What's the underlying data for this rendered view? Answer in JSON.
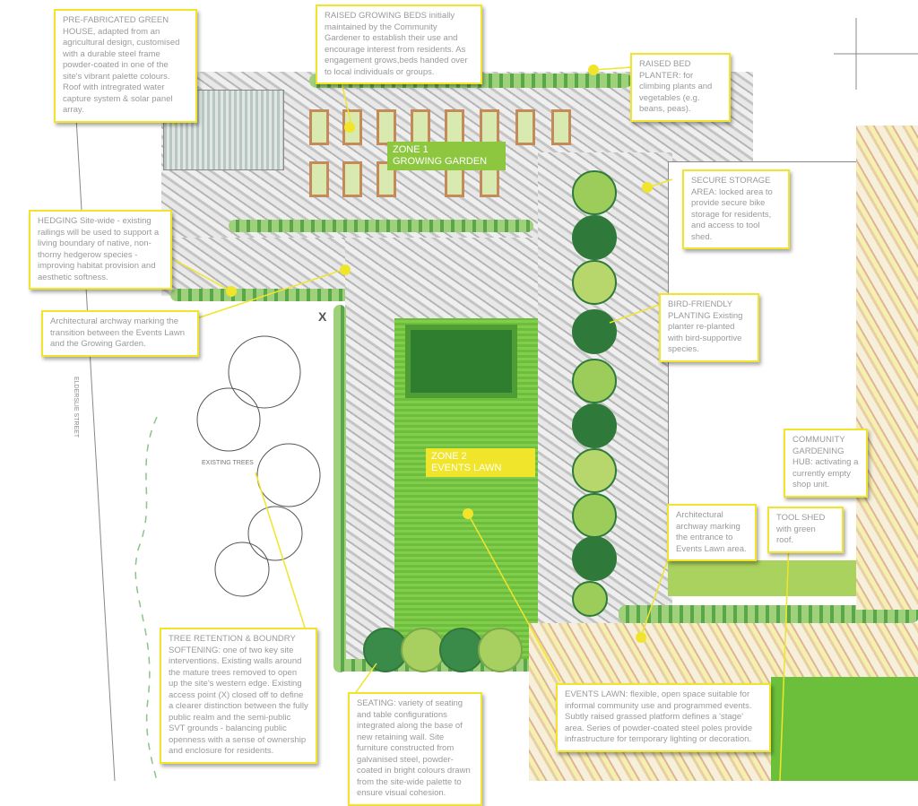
{
  "zones": [
    {
      "label": "ZONE 1",
      "name": "GROWING GARDEN"
    },
    {
      "label": "ZONE 2",
      "name": "EVENTS LAWN"
    }
  ],
  "map_labels": {
    "street": "ELDERSLIE STREET",
    "trees": "EXISTING TREES",
    "access_point": "X"
  },
  "callouts": {
    "greenhouse": "PRE-FABRICATED GREEN HOUSE, adapted from an agricultural design, customised with a durable steel frame powder-coated in one of the site's vibrant palette colours. Roof with intregrated water capture system & solar panel array.",
    "raised_beds": "RAISED GROWING BEDS initially maintained by the Community Gardener to establish their use and encourage interest from residents. As engagement grows,beds handed over to local individuals or groups.",
    "raised_bed_planter": "RAISED BED PLANTER: for climbing plants and vegetables (e.g. beans, peas).",
    "hedging": "HEDGING Site-wide - existing railings will be used to support a living boundary of native, non-thorny hedgerow species - improving habitat provision and aesthetic softness.",
    "archway_west": "Architectural archway marking the transition between the Events Lawn and the Growing Garden.",
    "secure_storage": "SECURE STORAGE AREA: locked area to provide secure bike storage for residents, and access to tool shed.",
    "bird_friendly": "BIRD-FRIENDLY PLANTING Existing planter re-planted with bird-supportive species.",
    "community_hub": "COMMUNITY GARDENING HUB: activating a currently empty shop unit.",
    "archway_east": "Architectural archway marking the entrance to Events Lawn area.",
    "tool_shed": "TOOL SHED with green roof.",
    "tree_retention": "TREE RETENTION & BOUNDRY SOFTENING: one of two key site interventions. Existing walls around the mature trees removed to open up the site's western edge. Existing access point (X) closed off  to define a clearer distinction between the fully public realm and the semi-public SVT grounds - balancing public openness with a sense of ownership and enclosure for residents.",
    "seating": "SEATING: variety of seating and table configurations integrated along the base of new retaining wall. Site furniture constructed from galvanised steel, powder-coated in bright colours drawn from the site-wide palette to ensure visual cohesion.",
    "events_lawn": "EVENTS LAWN: flexible, open space suitable for informal community use and programmed events. Subtly raised grassed platform defines a 'stage' area. Series of powder-coated steel poles provide infrastructure for temporary lighting or decoration."
  },
  "colors": {
    "callout_border": "#f0e52a",
    "zone1": "#8dc63f",
    "zone2": "#f0e52a",
    "lawn": "#6cbf3a"
  }
}
